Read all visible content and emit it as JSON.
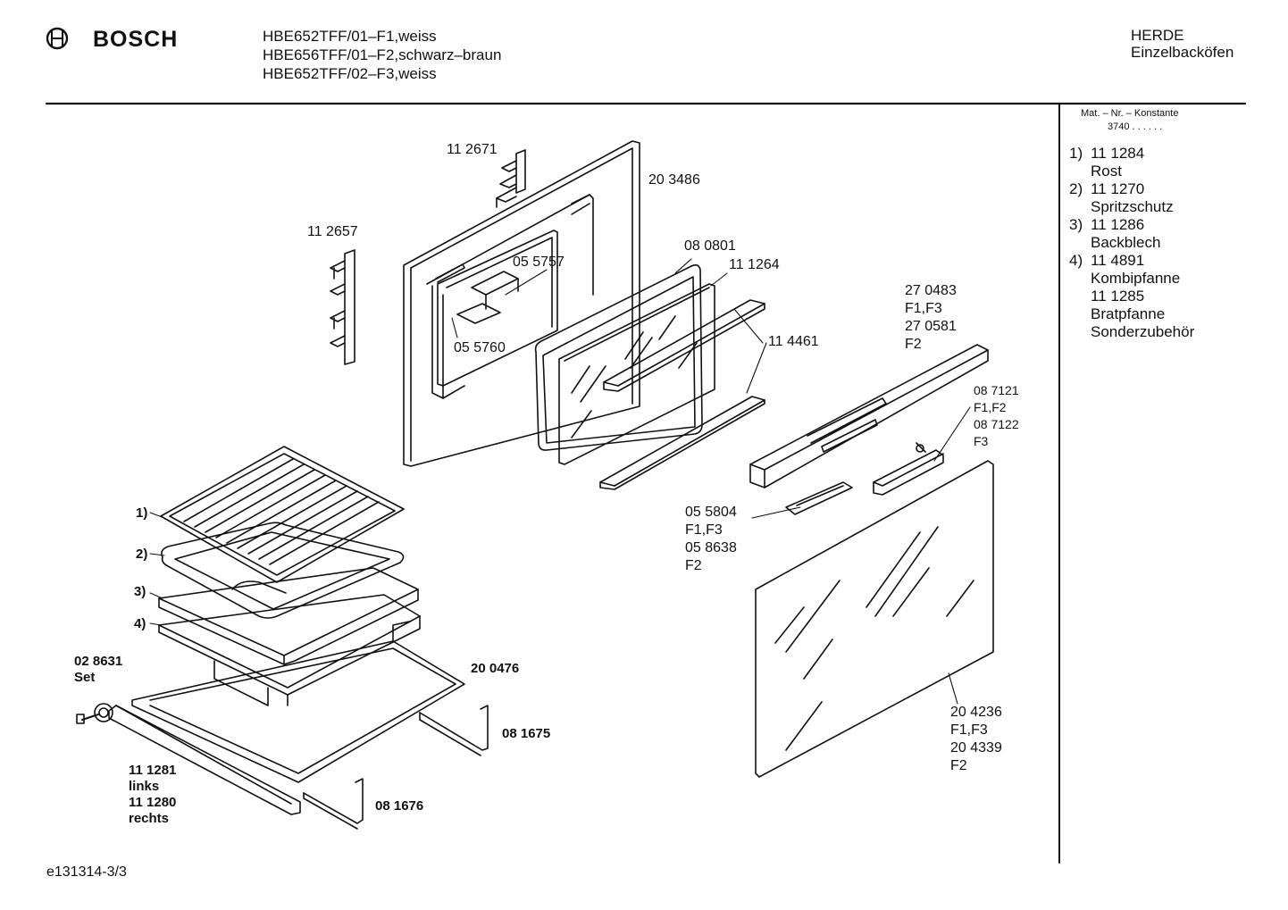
{
  "header": {
    "brand": "BOSCH",
    "models": [
      "HBE652TFF/01–F1,weiss",
      "HBE656TFF/01–F2,schwarz–braun",
      "HBE652TFF/02–F3,weiss"
    ],
    "category": "HERDE",
    "subcategory": "Einzelbacköfen"
  },
  "sidebar": {
    "konstante_label": "Mat. – Nr. – Konstante",
    "konstante_value": "3740 . . . . . .",
    "items": [
      {
        "num": "1)",
        "part": "11 1284",
        "name": "Rost"
      },
      {
        "num": "2)",
        "part": "11 1270",
        "name": "Spritzschutz"
      },
      {
        "num": "3)",
        "part": "11 1286",
        "name": "Backblech"
      },
      {
        "num": "4)",
        "part": "11 4891",
        "name": "Kombipfanne"
      }
    ],
    "extra": [
      "11 1285",
      "Bratpfanne",
      "Sonderzubehör"
    ]
  },
  "labels": {
    "p112671": "11 2671",
    "p203486": "20 3486",
    "p112657": "11 2657",
    "p080801": "08 0801",
    "p055757": "05 5757",
    "p111264": "11 1264",
    "p055760": "05 5760",
    "p114461": "11 4461",
    "p270483": [
      "27 0483",
      "F1,F3",
      "27 0581",
      "F2"
    ],
    "p087121": [
      "08 7121",
      "F1,F2",
      "08 7122",
      "F3"
    ],
    "p055804": [
      "05 5804",
      "F1,F3",
      "05 8638",
      "F2"
    ],
    "p204236": [
      "20 4236",
      "F1,F3",
      "20 4339",
      "F2"
    ],
    "callouts": [
      "1)",
      "2)",
      "3)",
      "4)"
    ],
    "p028631": [
      "02 8631",
      "Set"
    ],
    "p200476": "20 0476",
    "p081675": "08 1675",
    "p081676": "08 1676",
    "p111281": [
      "11 1281",
      "links",
      "11 1280",
      "rechts"
    ]
  },
  "footer": {
    "code": "e131314-3/3"
  }
}
